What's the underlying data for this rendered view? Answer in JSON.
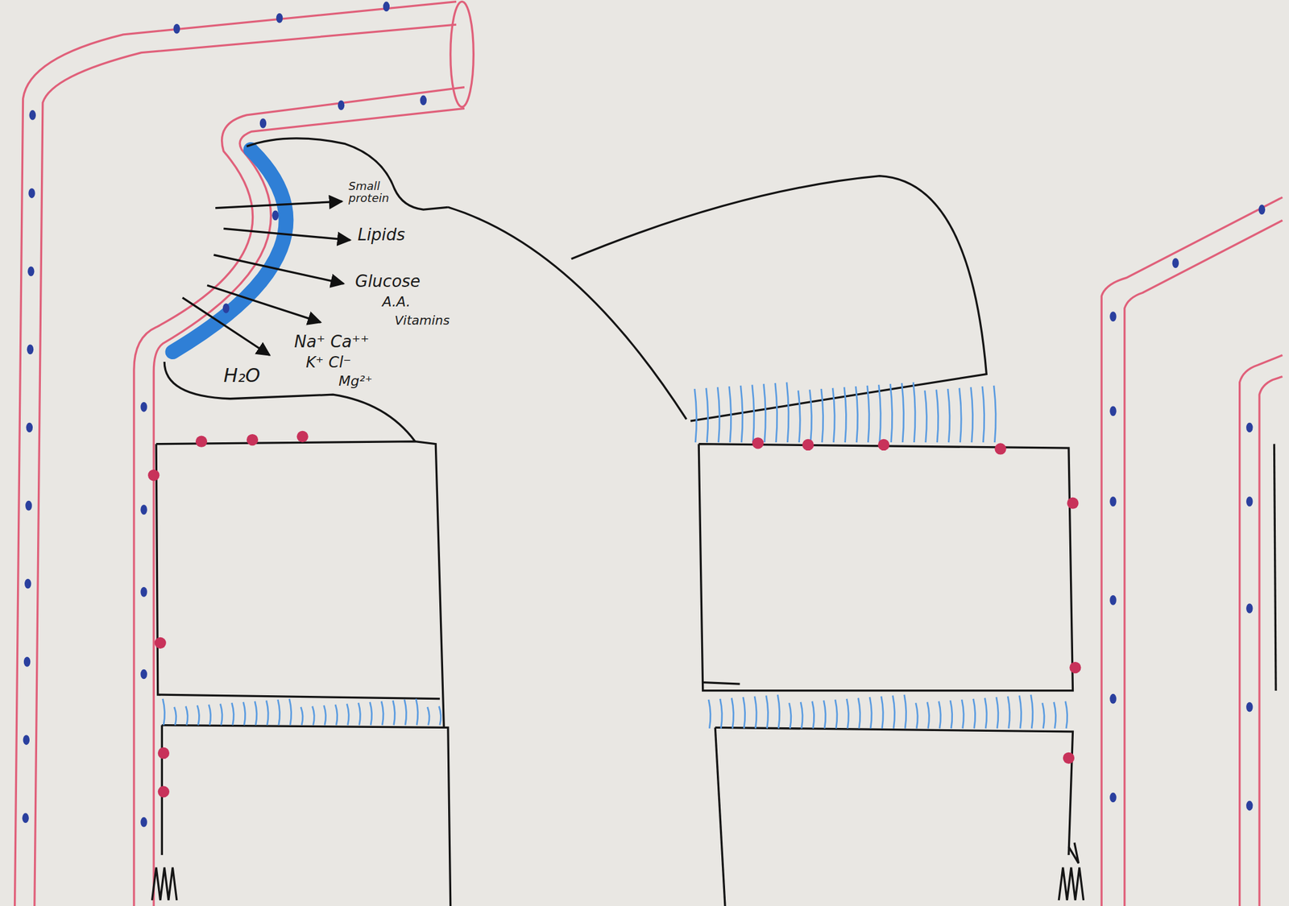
{
  "diagram": {
    "labels": [
      "Small protein",
      "Lipids",
      "Glucose",
      "A.A.",
      "Vitamins",
      "Na⁺ Ca⁺⁺",
      "K⁺ Cl⁻",
      "Mg²⁺",
      "H₂O"
    ]
  }
}
